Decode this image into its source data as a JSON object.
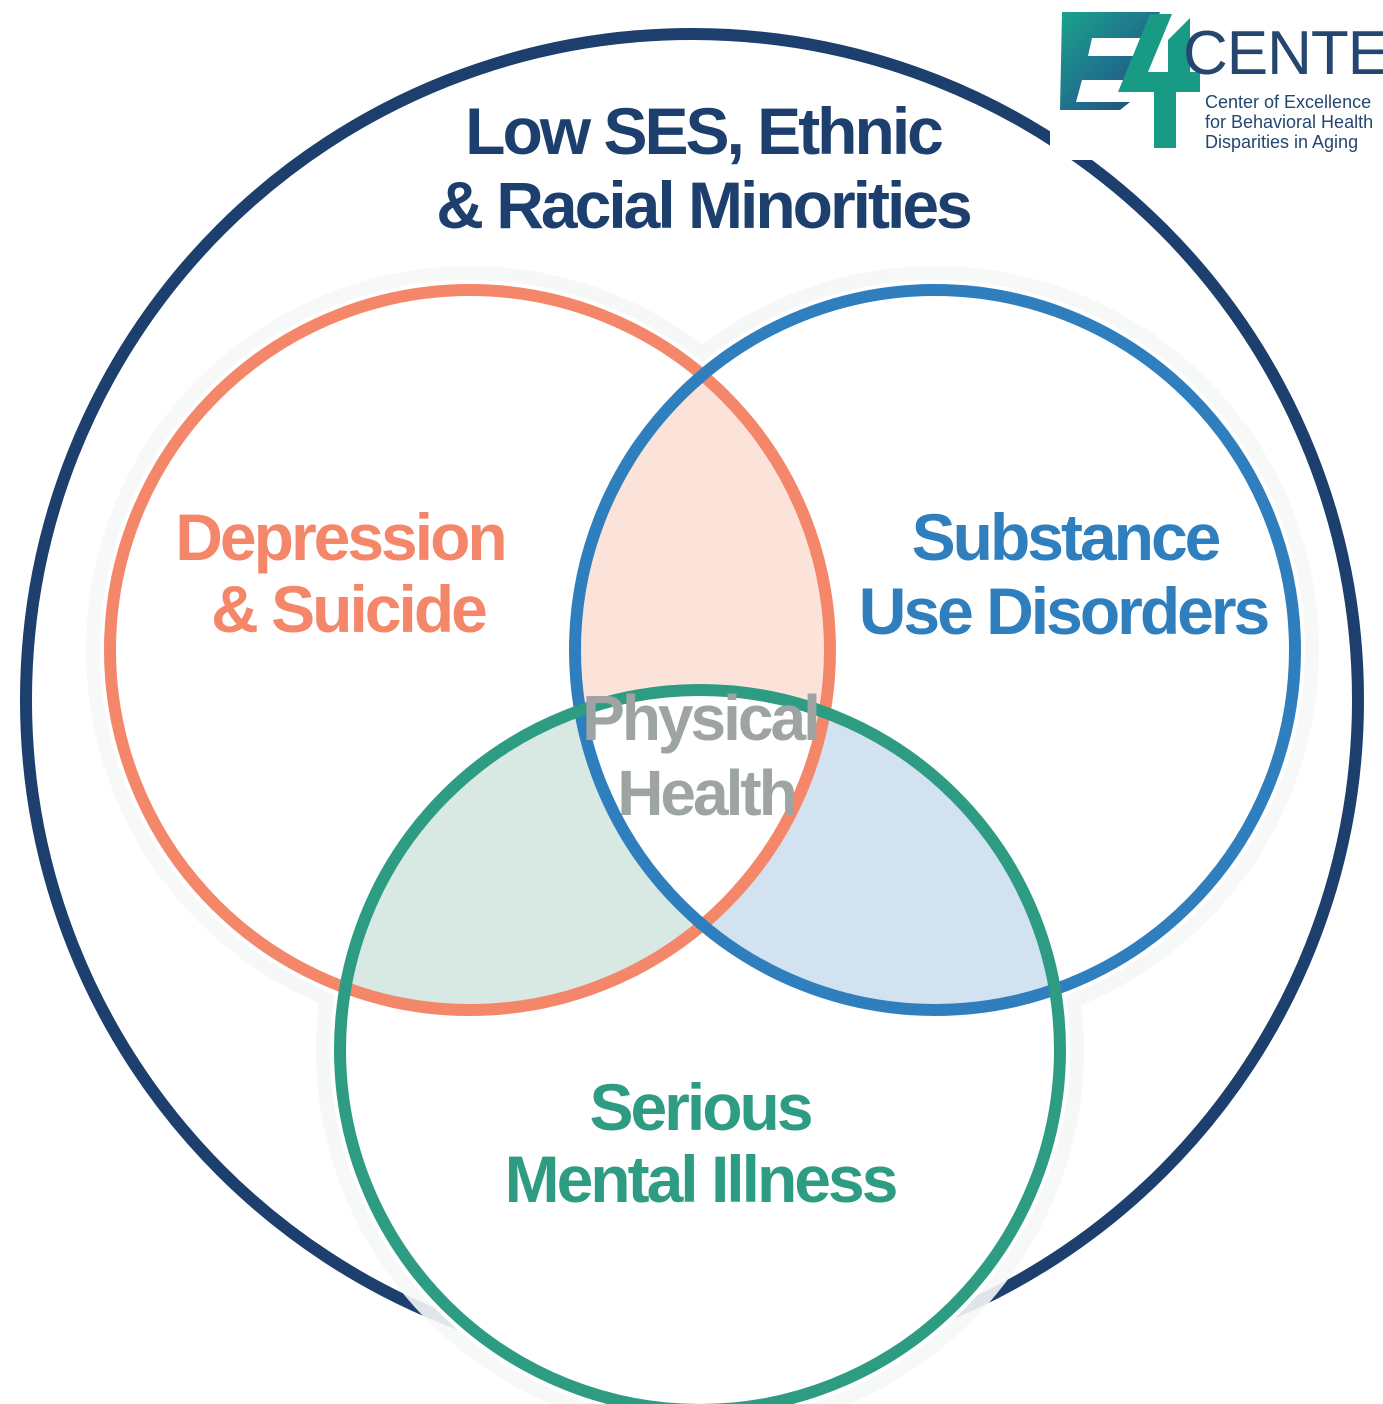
{
  "outer": {
    "title_line1": "Low SES, Ethnic",
    "title_line2": "& Racial Minorities"
  },
  "circles": {
    "depression": {
      "line1": "Depression",
      "line2": "& Suicide"
    },
    "substance": {
      "line1": "Substance",
      "line2": "Use Disorders"
    },
    "smi": {
      "line1": "Serious",
      "line2": "Mental Illness"
    }
  },
  "center": {
    "line1": "Physical",
    "line2": "Health"
  },
  "logo": {
    "mark_letters": "E4",
    "word": "CENTER",
    "sub1": "Center of Excellence",
    "sub2": "for Behavioral Health",
    "sub3": "Disparities in Aging"
  },
  "colors": {
    "navy": "#1d3f6e",
    "orange": "#f4876a",
    "blue": "#2f7fbf",
    "green": "#2e9c82",
    "gray": "#9ea4a2",
    "overlap_orange": "#fbe3da",
    "overlap_green": "#d7e9e2",
    "overlap_blue": "#d3e2f0",
    "logo_teal": "#199a85",
    "logo_navy": "#24466f"
  }
}
